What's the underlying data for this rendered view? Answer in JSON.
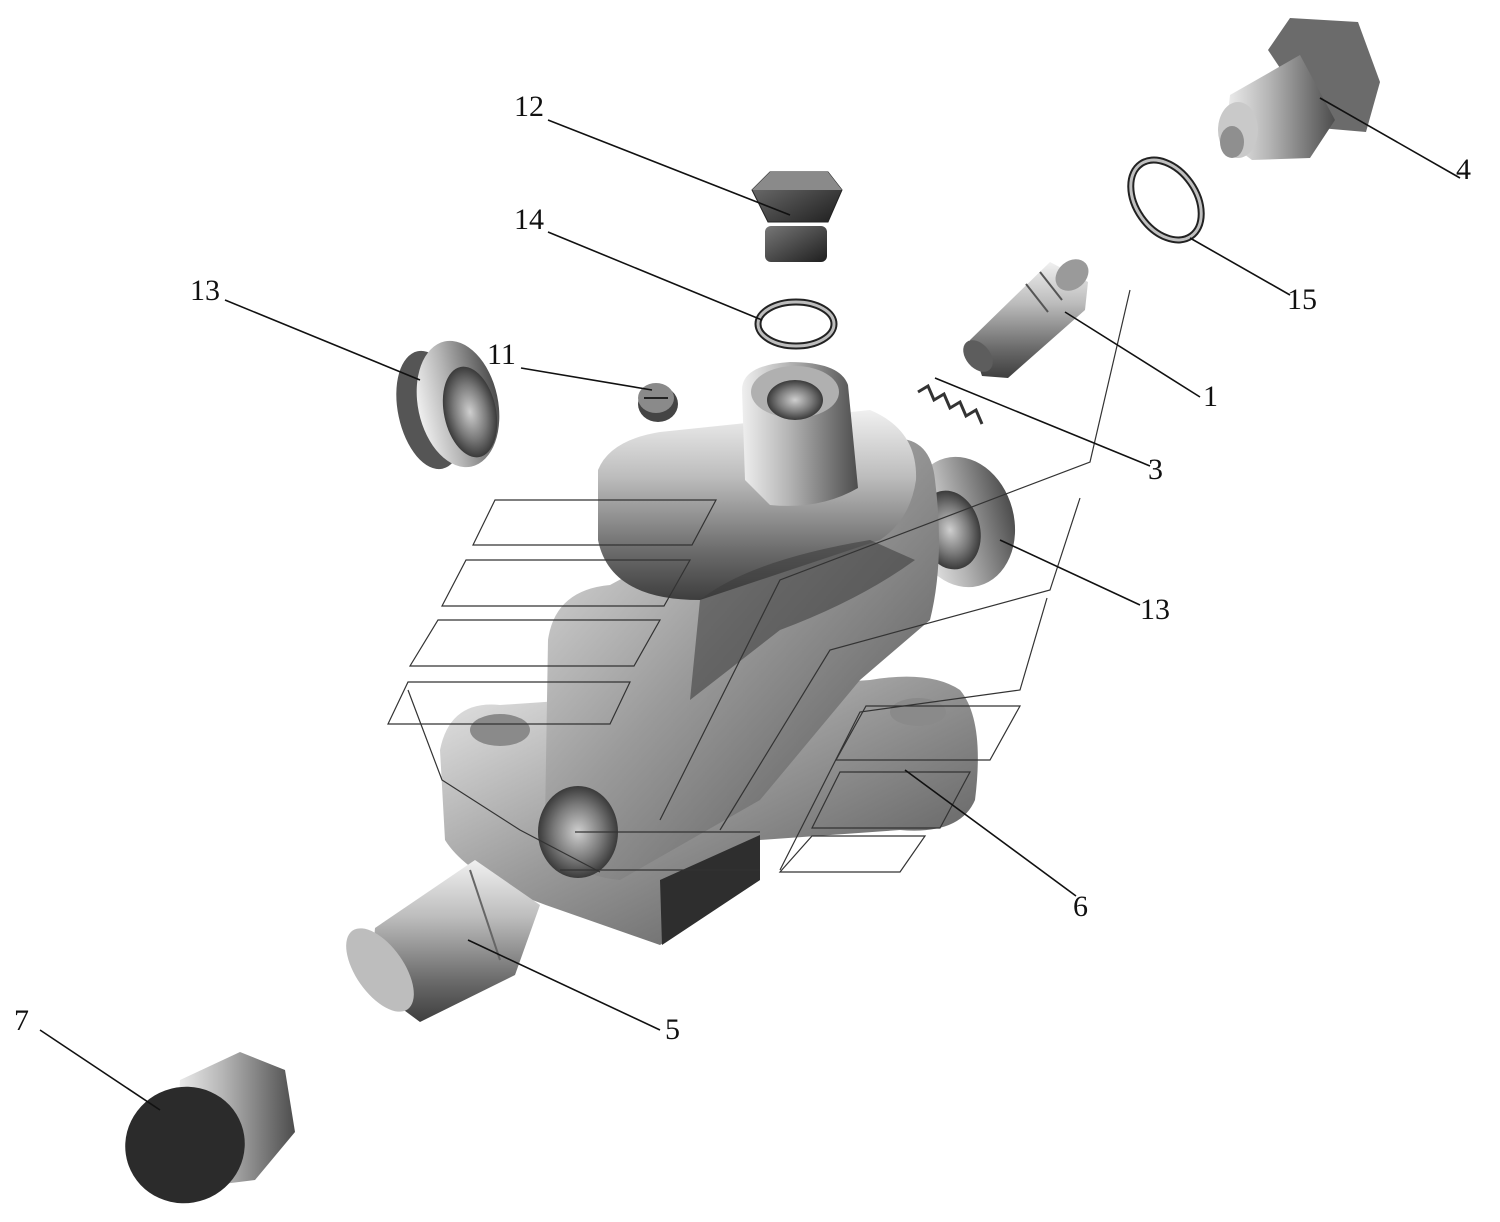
{
  "diagram": {
    "type": "exploded-assembly",
    "callouts": [
      {
        "id": "c12",
        "label": "12"
      },
      {
        "id": "c14",
        "label": "14"
      },
      {
        "id": "c13a",
        "label": "13"
      },
      {
        "id": "c11",
        "label": "11"
      },
      {
        "id": "c4",
        "label": "4"
      },
      {
        "id": "c15",
        "label": "15"
      },
      {
        "id": "c1",
        "label": "1"
      },
      {
        "id": "c3",
        "label": "3"
      },
      {
        "id": "c13b",
        "label": "13"
      },
      {
        "id": "c6",
        "label": "6"
      },
      {
        "id": "c5",
        "label": "5"
      },
      {
        "id": "c7",
        "label": "7"
      }
    ]
  }
}
